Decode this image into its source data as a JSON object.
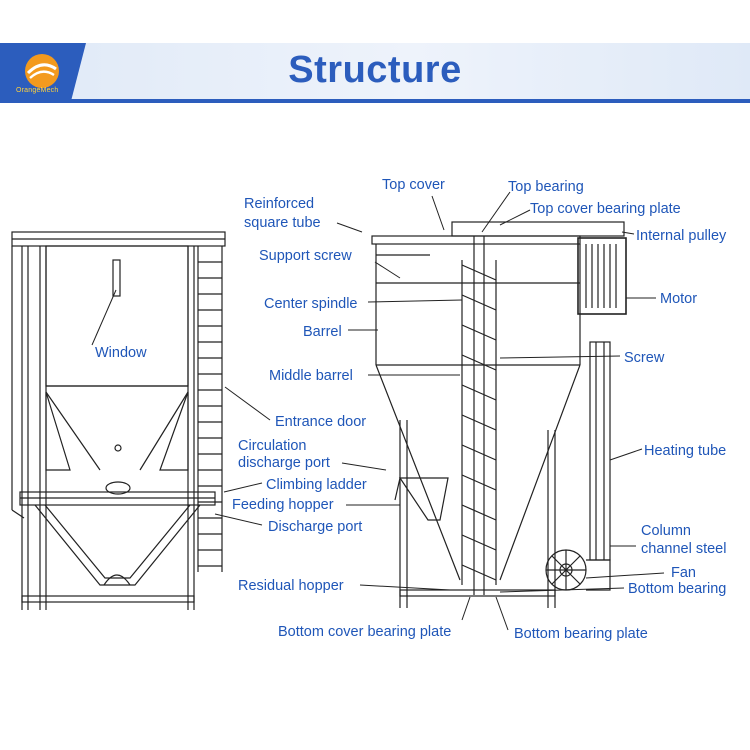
{
  "header": {
    "title": "Structure",
    "logo_text": "OrangeMech"
  },
  "labels": {
    "window": "Window",
    "reinforced_line1": "Reinforced",
    "reinforced_line2": "square tube",
    "top_cover": "Top cover",
    "top_bearing": "Top bearing",
    "top_cover_bearing_plate": "Top cover bearing plate",
    "internal_pulley": "Internal pulley",
    "support_screw": "Support screw",
    "center_spindle": "Center spindle",
    "barrel": "Barrel",
    "motor": "Motor",
    "screw": "Screw",
    "middle_barrel": "Middle barrel",
    "entrance_door": "Entrance door",
    "circulation_line1": "Circulation",
    "circulation_line2": "discharge port",
    "heating_tube": "Heating tube",
    "climbing_ladder": "Climbing ladder",
    "feeding_hopper": "Feeding hopper",
    "discharge_port": "Discharge port",
    "column_line1": "Column",
    "column_line2": "channel steel",
    "fan": "Fan",
    "residual_hopper": "Residual hopper",
    "bottom_bearing": "Bottom bearing",
    "bottom_cover_bearing_plate": "Bottom cover bearing plate",
    "bottom_bearing_plate": "Bottom bearing plate"
  },
  "colors": {
    "accent": "#2c5dbd",
    "label": "#1f56b8",
    "drawing": "#222222",
    "logo_orange": "#f39a1e"
  }
}
